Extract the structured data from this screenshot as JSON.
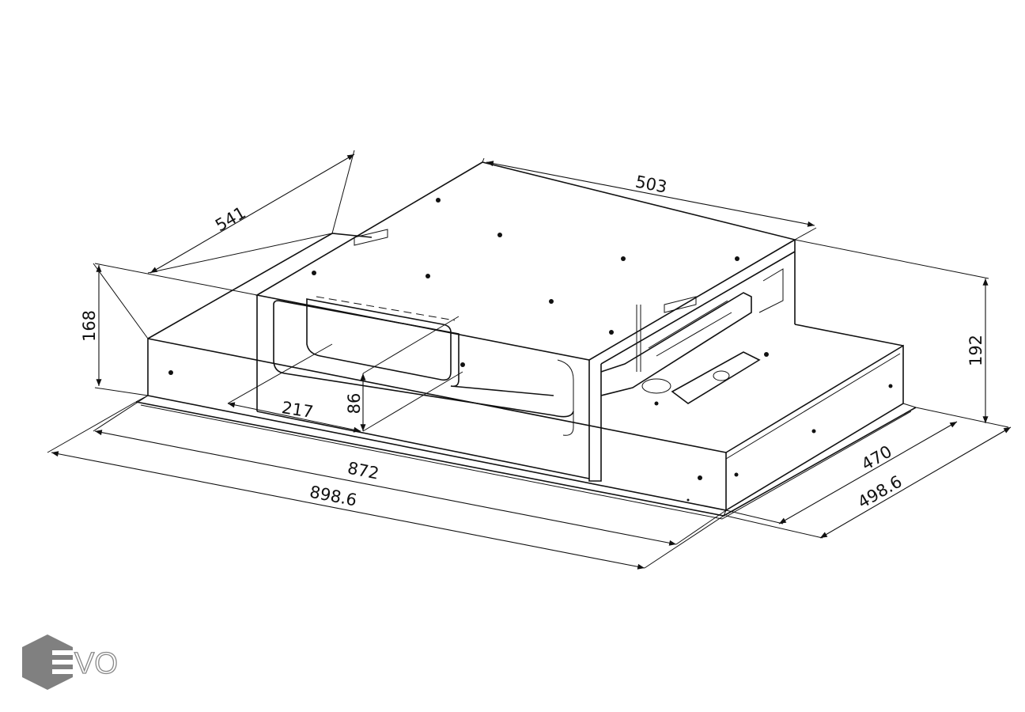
{
  "drawing": {
    "dimensions": {
      "depth_top": "541",
      "width_top": "503",
      "height_left": "168",
      "height_right": "192",
      "outlet_width": "217",
      "outlet_height": "86",
      "body_width": "872",
      "plate_width": "898.6",
      "body_depth": "470",
      "plate_depth": "498.6"
    }
  },
  "logo": {
    "text": "EVO",
    "color": "#808080"
  }
}
